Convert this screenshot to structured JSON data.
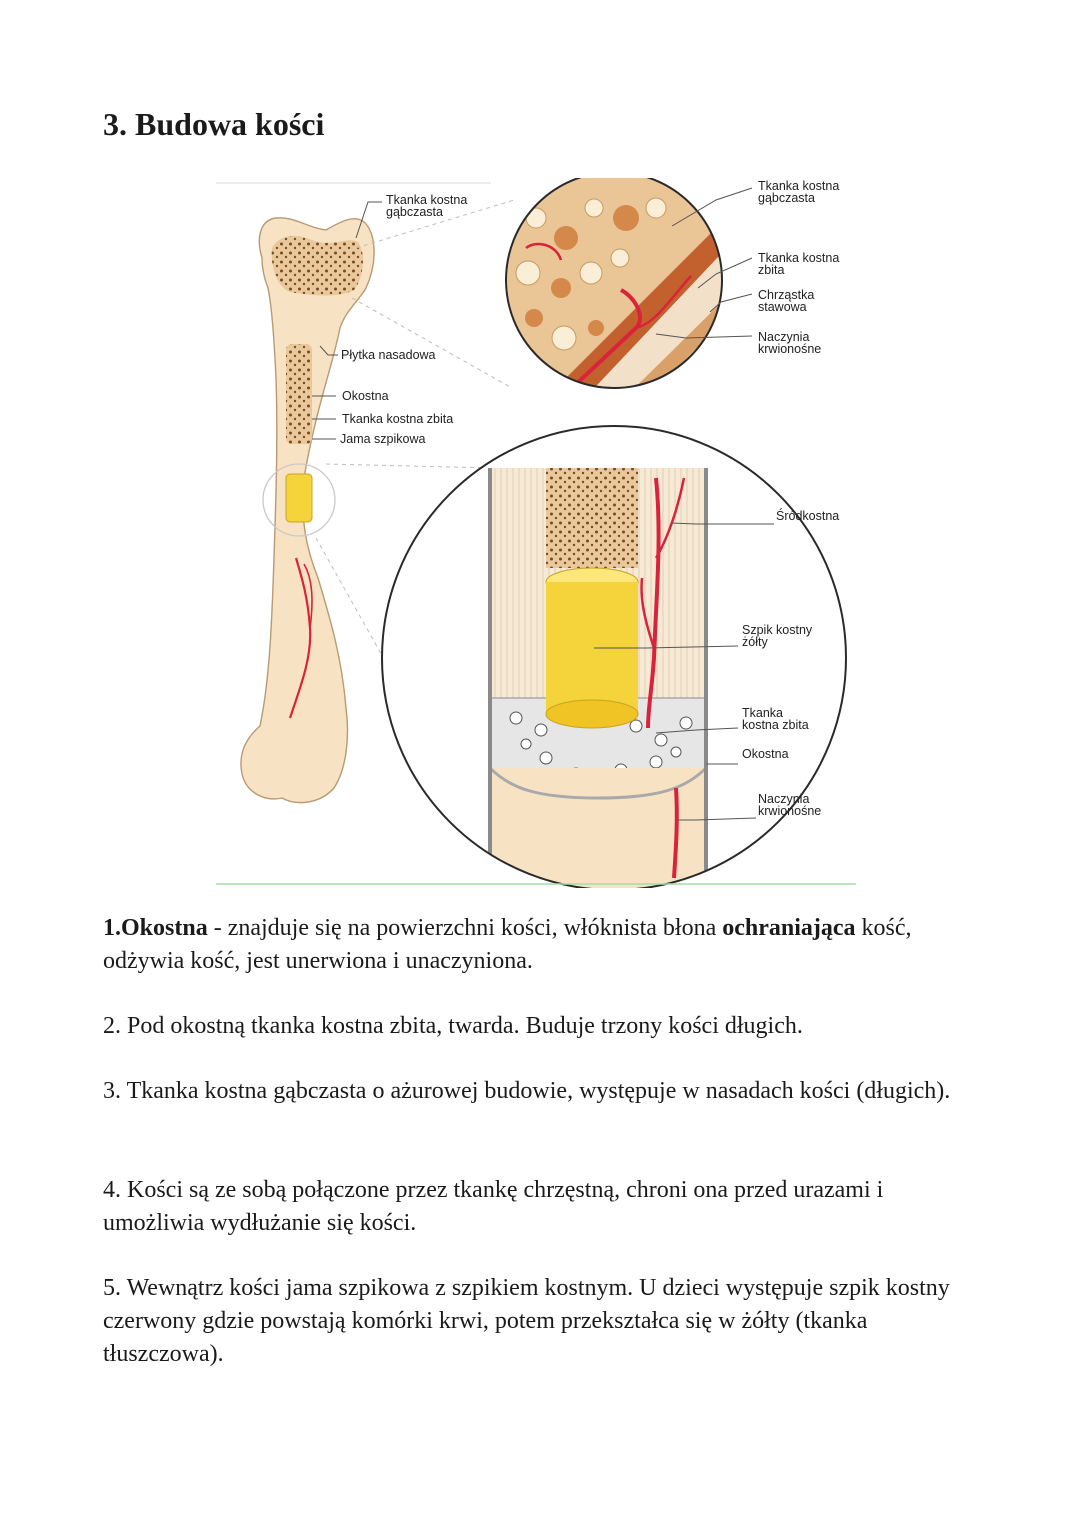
{
  "title": "3. Budowa kości",
  "diagram": {
    "labels": {
      "tkanka_gabczasta_top": [
        "Tkanka kostna",
        "gąbczasta"
      ],
      "plytka_nasadowa": "Płytka nasadowa",
      "okostna_left": "Okostna",
      "tkanka_zbita_left": "Tkanka kostna zbita",
      "jama_szpikowa": "Jama szpikowa",
      "tkanka_gabczasta_right": [
        "Tkanka kostna",
        "gąbczasta"
      ],
      "tkanka_zbita_right": [
        "Tkanka kostna",
        "zbita"
      ],
      "chrzastka": [
        "Chrząstka",
        "stawowa"
      ],
      "naczynia_top": [
        "Naczynia",
        "krwionośne"
      ],
      "srodkostna": "Śródkostna",
      "szpik_zolty": [
        "Szpik kostny",
        "żółty"
      ],
      "tkanka_zbita_bottom": [
        "Tkanka",
        "kostna zbita"
      ],
      "okostna_bottom": "Okostna",
      "naczynia_bottom": [
        "Naczynia",
        "krwionośne"
      ]
    }
  },
  "paragraphs": {
    "p1": {
      "bold_start": "1.Okostna",
      "text_a": " - znajduje się na powierzchni kości, włóknista błona ",
      "bold_mid": "ochraniająca",
      "text_b": " kość, odżywia kość, jest unerwiona i unaczyniona."
    },
    "p2": "2. Pod okostną tkanka kostna zbita, twarda. Buduje trzony kości długich.",
    "p3": "3. Tkanka kostna gąbczasta o ażurowej budowie, występuje w nasadach kości (długich).",
    "p4": "4. Kości są ze sobą połączone przez tkankę chrzęstną, chroni ona przed urazami i umożliwia wydłużanie się kości.",
    "p5": "5. Wewnątrz kości jama szpikowa z szpikiem kostnym. U dzieci występuje szpik kostny czerwony gdzie powstają komórki krwi, potem przekształca się w żółty (tkanka tłuszczowa)."
  },
  "colors": {
    "bone": "#f7e3c4",
    "bone_outline": "#b89a74",
    "spongy": "#e9c89c",
    "pore": "#7a4a22",
    "marrow": "#f5d33a",
    "vessel": "#d9233a",
    "cartilage": "#e07a3a",
    "divider": "#a8dca8"
  }
}
